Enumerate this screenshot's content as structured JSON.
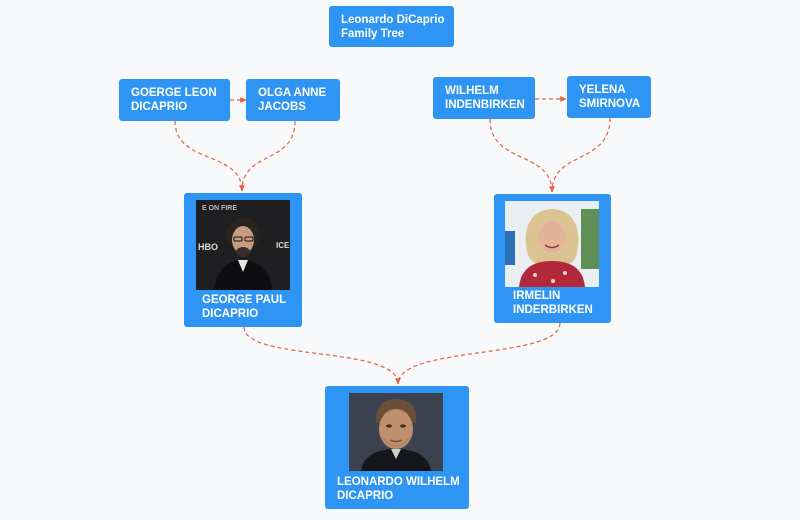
{
  "diagram": {
    "title": [
      "Leonardo DiCaprio",
      "Family Tree"
    ],
    "link_color": "#e8613e",
    "node_color": "#2f95f5",
    "nodes": {
      "goerge": [
        "GOERGE LEON",
        "DICAPRIO"
      ],
      "olga": [
        "OLGA ANNE",
        "JACOBS"
      ],
      "wilhelm": [
        "WILHELM",
        "INDENBIRKEN"
      ],
      "yelena": [
        "YELENA",
        "SMIRNOVA"
      ],
      "george_paul": [
        "GEORGE PAUL",
        "DICAPRIO"
      ],
      "irmelin": [
        "IRMELIN",
        "INDERBIRKEN"
      ],
      "leonardo": [
        "LEONARDO WILHELM",
        "DICAPRIO"
      ]
    }
  }
}
